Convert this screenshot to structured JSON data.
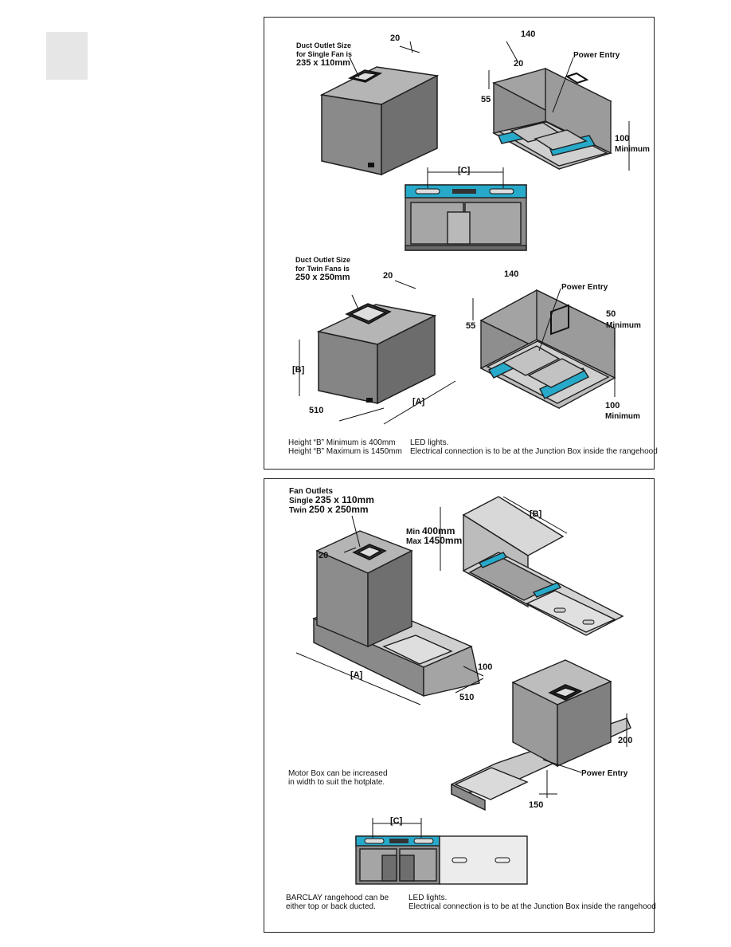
{
  "panel1": {
    "duct_single": [
      "Duct Outlet Size",
      "for Single Fan is",
      "235 x 110mm"
    ],
    "dim_20_a": "20",
    "dim_140_a": "140",
    "dim_20_b": "20",
    "power_entry_a": "Power Entry",
    "dim_55_a": "55",
    "dim_100_a": "100",
    "minimum_a": "Minimum",
    "c_label_a": "[C]",
    "duct_twin": [
      "Duct Outlet Size",
      "for Twin Fans is",
      "250 x 250mm"
    ],
    "dim_20_c": "20",
    "dim_140_b": "140",
    "power_entry_b": "Power Entry",
    "dim_55_b": "55",
    "dim_50": "50",
    "minimum_b": "Minimum",
    "b_label": "[B]",
    "a_label": "[A]",
    "dim_510": "510",
    "dim_100_b": "100",
    "minimum_c": "Minimum",
    "note_left": [
      "Height “B” Minimum is 400mm",
      "Height “B” Maximum is 1450mm"
    ],
    "note_right": [
      "LED lights.",
      "Electrical connection is to be at the Junction Box inside the rangehood"
    ]
  },
  "panel2": {
    "fan_outlets": [
      "Fan Outlets",
      "Single",
      "235 x 110mm",
      "Twin",
      "250 x 250mm"
    ],
    "b_label": "[B]",
    "min_max": [
      "Min",
      "400mm",
      "Max",
      "1450mm"
    ],
    "dim_20": "20",
    "dim_100": "100",
    "a_label": "[A]",
    "dim_510": "510",
    "dim_200": "200",
    "power_entry": "Power Entry",
    "dim_150": "150",
    "motor_note": [
      "Motor Box can be increased",
      "in width to suit the hotplate."
    ],
    "c_label": "[C]",
    "barclay_note": [
      "BARCLAY rangehood can be",
      "either top or back ducted."
    ],
    "led_note": [
      "LED lights.",
      "Electrical connection is to be at the Junction Box inside the rangehood"
    ]
  },
  "colors": {
    "accent_blue": "#27a9c9",
    "box_grey": "#8c8c8c",
    "outline": "#1e1e1e"
  }
}
